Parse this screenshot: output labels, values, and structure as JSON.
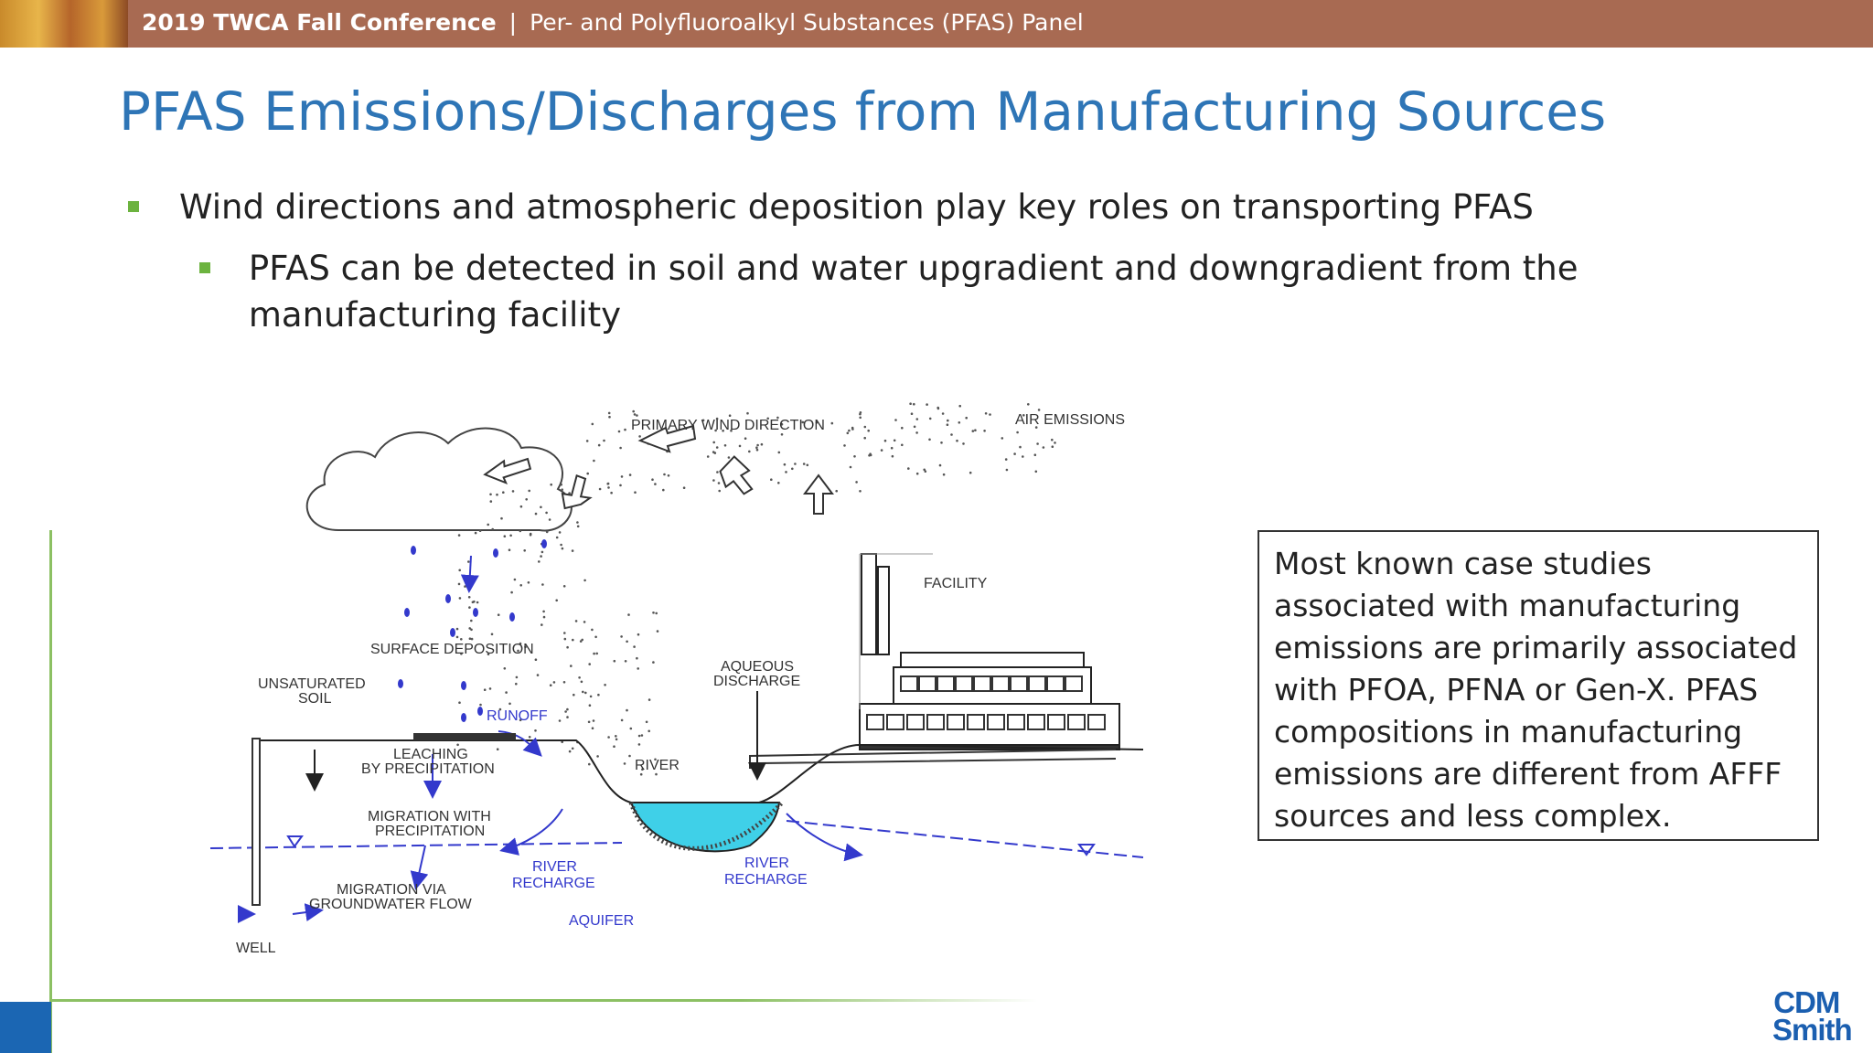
{
  "header": {
    "conference": "2019 TWCA Fall Conference",
    "separator": "|",
    "panel": "Per- and Polyfluoroalkyl Substances (PFAS) Panel"
  },
  "slide": {
    "title": "PFAS Emissions/Discharges from Manufacturing Sources",
    "bullet_1": "Wind directions and atmospheric deposition play key roles on transporting PFAS",
    "bullet_2": "PFAS can be detected in soil and water upgradient and downgradient from the manufacturing facility"
  },
  "diagram": {
    "primary_wind_direction": "PRIMARY WIND DIRECTION",
    "air_emissions": "AIR EMISSIONS",
    "facility": "FACILITY",
    "surface_deposition": "SURFACE DEPOSITION",
    "unsaturated": "UNSATURATED",
    "soil": "SOIL",
    "runoff": "RUNOFF",
    "leaching": "LEACHING",
    "by_precipitation": "BY PRECIPITATION",
    "aqueous": "AQUEOUS",
    "discharge": "DISCHARGE",
    "river": "RIVER",
    "migration_with": "MIGRATION WITH",
    "precipitation": "PRECIPITATION",
    "migration_via": "MIGRATION VIA",
    "groundwater_flow": "GROUNDWATER FLOW",
    "river_recharge_l1": "RIVER",
    "river_recharge_l2": "RECHARGE",
    "aquifer": "AQUIFER",
    "well": "WELL",
    "water_color": "#3fd0e8",
    "arrow_color": "#3339cc"
  },
  "callout": {
    "text": "Most known case studies associated with manufacturing emissions are primarily associated with PFOA, PFNA or Gen-X.  PFAS compositions in manufacturing emissions are different from AFFF sources and less complex."
  },
  "logo": {
    "line1": "CDM",
    "line2": "Smith"
  },
  "colors": {
    "header_bar": "#a86a52",
    "title": "#2e75b6",
    "bullet": "#6cb33f",
    "accent_line": "#8cc063",
    "brand_blue": "#1b66b3"
  }
}
